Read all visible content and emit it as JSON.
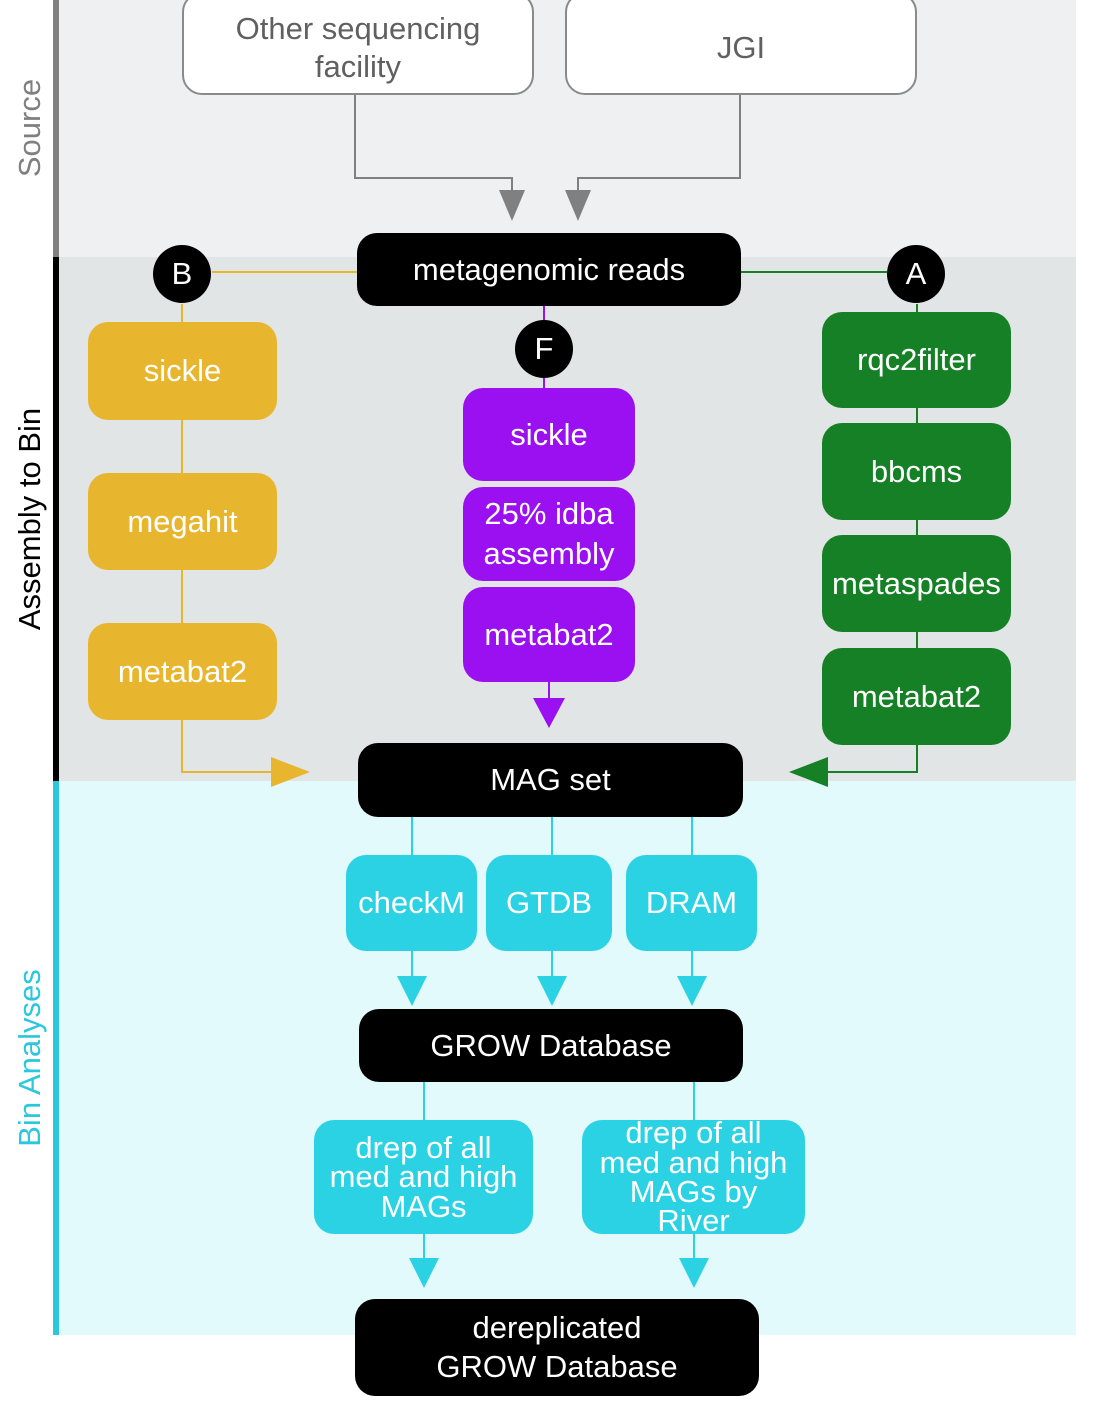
{
  "sections": {
    "source": "Source",
    "assembly": "Assembly to Bin",
    "bin_analyses": "Bin Analyses"
  },
  "colors": {
    "branch_b": "#e8b52e",
    "branch_f": "#9a10f0",
    "branch_a": "#158025",
    "bin_analyses": "#2bd2e4",
    "core": "#000000",
    "source_border": "#8a8a8a"
  },
  "sources": {
    "other_facility": "Other sequencing facility",
    "jgi": "JGI"
  },
  "core": {
    "reads": "metagenomic reads",
    "mag_set": "MAG set",
    "grow_db": "GROW Database",
    "derep_db_line1": "dereplicated",
    "derep_db_line2": "GROW Database"
  },
  "branches": {
    "b": {
      "badge": "B",
      "steps": [
        "sickle",
        "megahit",
        "metabat2"
      ]
    },
    "f": {
      "badge": "F",
      "steps": [
        "sickle",
        "25% idba assembly",
        "metabat2"
      ]
    },
    "a": {
      "badge": "A",
      "steps": [
        "rqc2filter",
        "bbcms",
        "metaspades",
        "metabat2"
      ]
    }
  },
  "analyses": [
    "checkM",
    "GTDB",
    "DRAM"
  ],
  "dereplication": {
    "all": "drep of all med and high MAGs",
    "by_river": "drep of all med and high MAGs by River"
  }
}
